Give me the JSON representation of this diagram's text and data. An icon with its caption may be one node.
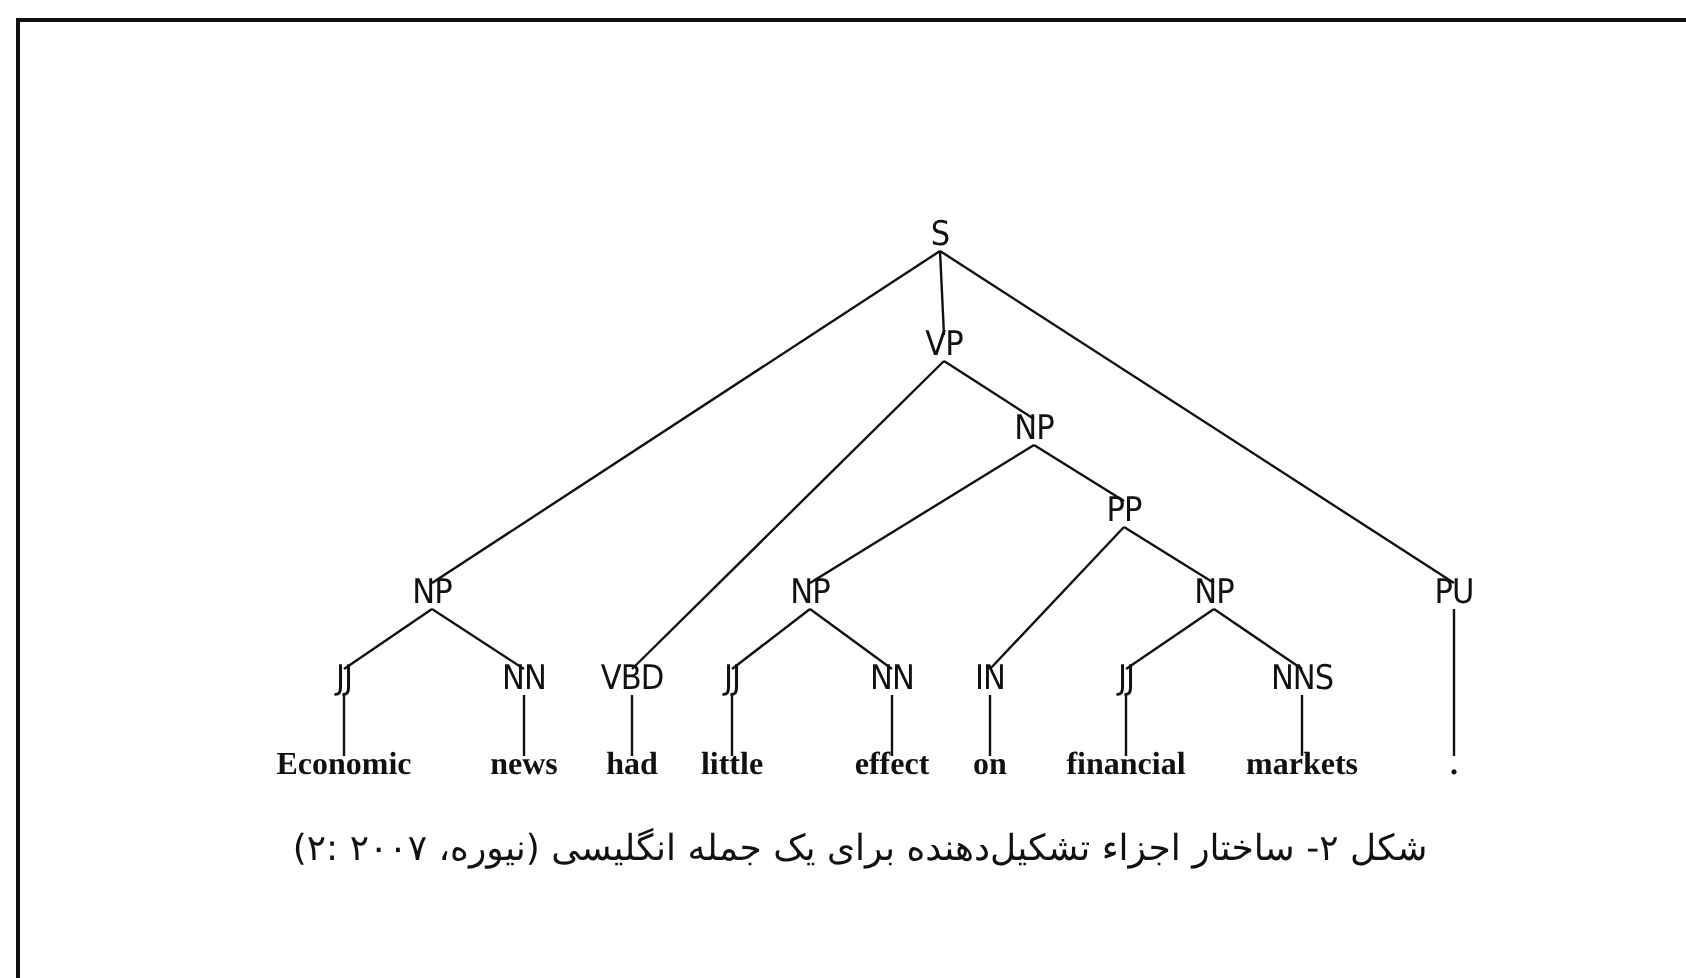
{
  "diagram": {
    "caption": "شکل ۲- ساختار اجزاء تشکیل‌دهنده برای یک جمله انگلیسی (نیوره، ۲۰۰۷ :۲)",
    "nodes": [
      {
        "text": [
          "S"
        ]
      },
      {
        "text": [
          "VP"
        ]
      },
      {
        "text": [
          "NP"
        ]
      },
      {
        "text": [
          "PP"
        ]
      },
      {
        "text": [
          "NP"
        ]
      },
      {
        "text": [
          "NP"
        ]
      },
      {
        "text": [
          "NP"
        ]
      },
      {
        "text": [
          "PU"
        ]
      },
      {
        "text": [
          "JJ"
        ]
      },
      {
        "text": [
          "NN"
        ]
      },
      {
        "text": [
          "VBD"
        ]
      },
      {
        "text": [
          "JJ"
        ]
      },
      {
        "text": [
          "NN"
        ]
      },
      {
        "text": [
          "IN"
        ]
      },
      {
        "text": [
          "JJ"
        ]
      },
      {
        "text": [
          "NNS"
        ]
      },
      {
        "text": [
          "Economic"
        ]
      },
      {
        "text": [
          "news"
        ]
      },
      {
        "text": [
          "had"
        ]
      },
      {
        "text": [
          "little"
        ]
      },
      {
        "text": [
          "effect"
        ]
      },
      {
        "text": [
          "on"
        ]
      },
      {
        "text": [
          "financial"
        ]
      },
      {
        "text": [
          "markets"
        ]
      },
      {
        "text": [
          "."
        ]
      }
    ],
    "edges": [
      {
        "from": 0,
        "to": 4,
        "arrow": "none"
      },
      {
        "from": 0,
        "to": 1,
        "arrow": "none"
      },
      {
        "from": 0,
        "to": 7,
        "arrow": "none"
      },
      {
        "from": 1,
        "to": 10,
        "arrow": "none"
      },
      {
        "from": 1,
        "to": 2,
        "arrow": "none"
      },
      {
        "from": 2,
        "to": 5,
        "arrow": "none"
      },
      {
        "from": 2,
        "to": 3,
        "arrow": "none"
      },
      {
        "from": 3,
        "to": 13,
        "arrow": "none"
      },
      {
        "from": 3,
        "to": 6,
        "arrow": "none"
      },
      {
        "from": 4,
        "to": 8,
        "arrow": "none"
      },
      {
        "from": 4,
        "to": 9,
        "arrow": "none"
      },
      {
        "from": 5,
        "to": 11,
        "arrow": "none"
      },
      {
        "from": 5,
        "to": 12,
        "arrow": "none"
      },
      {
        "from": 6,
        "to": 14,
        "arrow": "none"
      },
      {
        "from": 6,
        "to": 15,
        "arrow": "none"
      },
      {
        "from": 7,
        "to": 24,
        "arrow": "none"
      },
      {
        "from": 8,
        "to": 16,
        "arrow": "none"
      },
      {
        "from": 9,
        "to": 17,
        "arrow": "none"
      },
      {
        "from": 10,
        "to": 18,
        "arrow": "none"
      },
      {
        "from": 11,
        "to": 19,
        "arrow": "none"
      },
      {
        "from": 12,
        "to": 20,
        "arrow": "none"
      },
      {
        "from": 13,
        "to": 21,
        "arrow": "none"
      },
      {
        "from": 14,
        "to": 22,
        "arrow": "none"
      },
      {
        "from": 15,
        "to": 23,
        "arrow": "none"
      }
    ]
  }
}
